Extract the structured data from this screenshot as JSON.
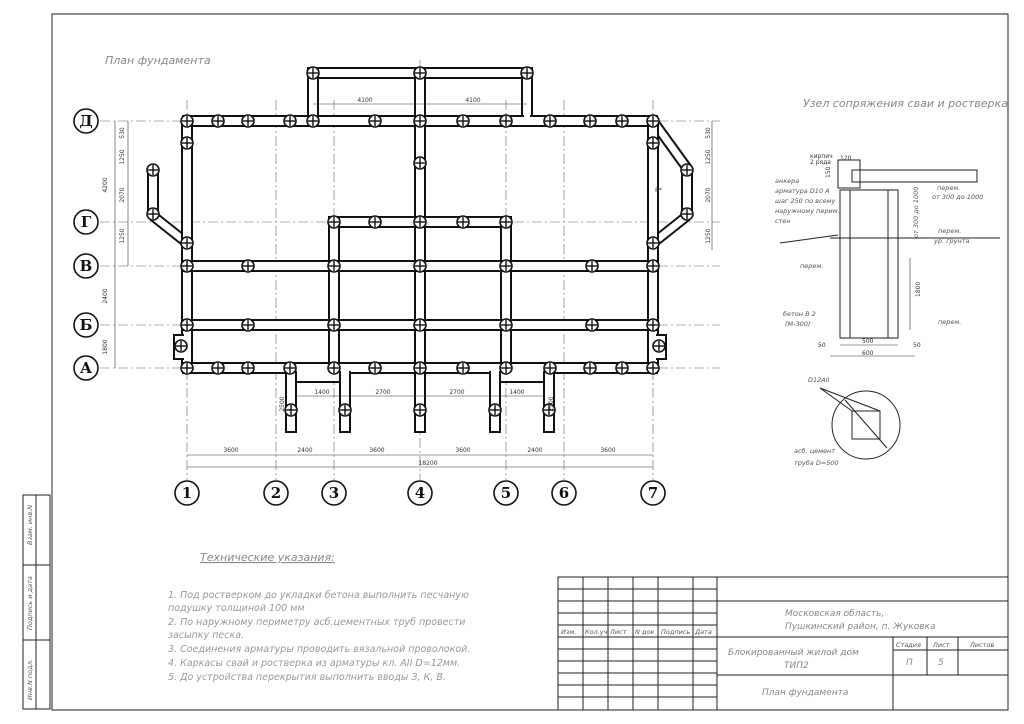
{
  "sheet": {
    "plan_title": "План фундамента",
    "node_title": "Узел сопряжения сваи и ростверка"
  },
  "axes": {
    "rows": [
      "Д",
      "Г",
      "В",
      "Б",
      "А"
    ],
    "cols": [
      "1",
      "2",
      "3",
      "4",
      "5",
      "6",
      "7"
    ]
  },
  "dims": {
    "top": [
      "4100",
      "4100"
    ],
    "left": [
      "4200",
      "2400",
      "1800"
    ],
    "left_inner": [
      "530",
      "1250",
      "2070",
      "1250"
    ],
    "right_inner": [
      "530",
      "1250",
      "2070",
      "1250"
    ],
    "bottom_inner": [
      "1400",
      "2700",
      "2700",
      "1400"
    ],
    "porch_left": "2500",
    "porch_right": "2500",
    "bottom_chain": [
      "3600",
      "2400",
      "3600",
      "3600",
      "2400",
      "3600"
    ],
    "total": "18200",
    "mark": "8*"
  },
  "node": {
    "kirpich": "кирпич",
    "kirpich2": "2 ряда",
    "d120": "120",
    "d150": "150",
    "anchor": [
      "анкера",
      "арматура D10 А",
      "шаг 250 по всему",
      "наружному перим.",
      "стен"
    ],
    "anchor_right": [
      "перем.",
      "от 300 до 1000"
    ],
    "vert": "от 300 до 1000",
    "level1": [
      "перем.",
      "ур. грунта"
    ],
    "level2": "перем.",
    "beton": [
      "бетон В 2",
      "(М-300)"
    ],
    "level3": "перем.",
    "h1800": "1800",
    "w500": "500",
    "w50a": "50",
    "w50b": "50",
    "w600": "600",
    "rebar": "D12AII",
    "pipe": [
      "асб. цемент",
      "труба D=500"
    ]
  },
  "notes": {
    "title": "Технические указания:",
    "lines": [
      "1. Под ростверком до укладки бетона выполнить песчаную",
      "подушку толщиной 100 мм",
      "2. По наружному периметру асб.цементных труб провести",
      "засыпку песка.",
      "3. Соединения арматуры проводить вязальной проволокой.",
      "4. Каркасы свай и ростверка из арматуры кл. АII D=12мм.",
      "5. До устройства перекрытия выполнить вводы З, К, В."
    ]
  },
  "stamp": {
    "location1": "Московская область,",
    "location2": "Пушкинский район, п. Жуковка",
    "project1": "Блокированный жилой дом",
    "project2": "ТИП2",
    "sheet_name": "План фундамента",
    "hdr_stage": "Стадия",
    "hdr_sheet": "Лист",
    "hdr_sheets": "Листов",
    "stage": "П",
    "sheet_no": "5",
    "cols": [
      "Изм.",
      "Кол.уч",
      "Лист",
      "N док",
      "Подпись",
      "Дата"
    ]
  },
  "side": [
    "Взам. инв.N",
    "Подпись и дата",
    "Инв.N подл."
  ]
}
